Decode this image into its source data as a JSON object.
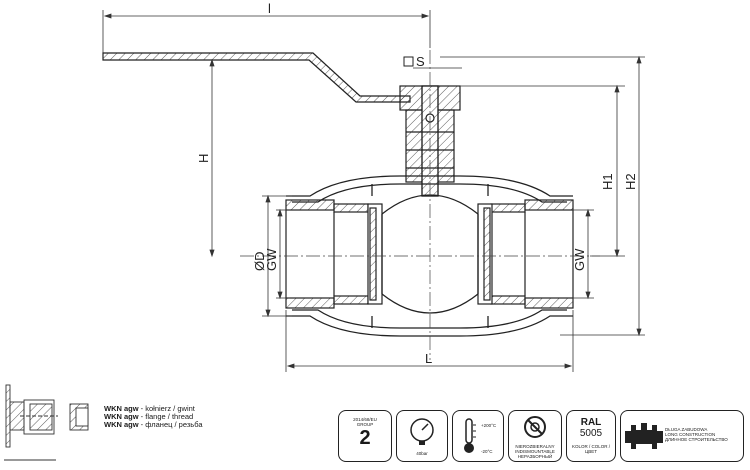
{
  "dimensions": {
    "l": "l",
    "s": "S",
    "h": "H",
    "h1": "H1",
    "h2": "H2",
    "od": "ØD",
    "gw_left": "GW",
    "gw_right": "GW",
    "L": "L"
  },
  "legend": {
    "lines": [
      {
        "code": "WKN agw",
        "text": " - kołnierz / gwint"
      },
      {
        "code": "WKN agw",
        "text": " - flange / thread"
      },
      {
        "code": "WKN agw",
        "text": " - фланец / резьба"
      }
    ]
  },
  "badges": {
    "group": {
      "line1": "2014/68/EU",
      "line2": "GROUP",
      "value": "2"
    },
    "pressure": {
      "label": "40bar"
    },
    "temperature": {
      "max": "+200°C",
      "min": "-20°C"
    },
    "indismountable": {
      "lines": [
        "NIEROZBIERALNY",
        "INDISMOUNTABLE",
        "НЕРАЗБОРНЫЙ"
      ]
    },
    "ral": {
      "title": "RAL",
      "value": "5005",
      "sub": "KOLOR / COLOR / ЦВЕТ"
    },
    "construction": {
      "lines": [
        "DŁUGA ZABUDOWA",
        "LONG CONSTRUCTION",
        "ДЛИННОЕ СТРОИТЕЛЬСТВО"
      ]
    }
  }
}
